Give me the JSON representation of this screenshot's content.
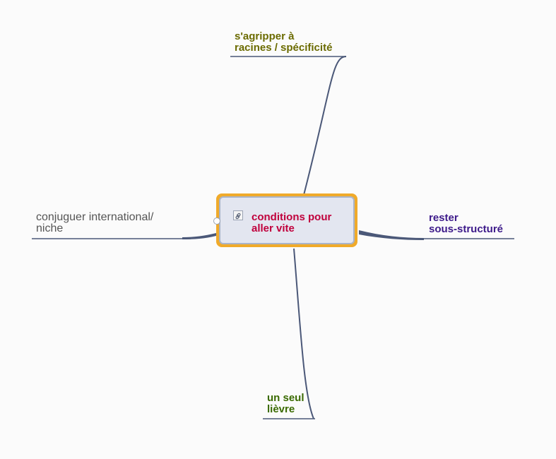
{
  "central": {
    "label_lines": [
      "conditions pour",
      "aller vite"
    ],
    "color": "#c0003c"
  },
  "branches": [
    {
      "id": "top",
      "lines": [
        "s'agripper à",
        "racines / spécificité"
      ],
      "color": "#6b6b00",
      "bold": true
    },
    {
      "id": "left",
      "lines": [
        "conjuguer international/",
        "niche"
      ],
      "color": "#555555",
      "bold": false
    },
    {
      "id": "right",
      "lines": [
        "rester",
        "sous-structuré"
      ],
      "color": "#3d1a8a",
      "bold": true
    },
    {
      "id": "bottom",
      "lines": [
        "un seul",
        "lièvre"
      ],
      "color": "#3a6a00",
      "bold": true
    }
  ],
  "colors": {
    "link_stroke": "#4b5878",
    "node_border": "#f0aa2a",
    "node_fill": "#e3e6f0"
  }
}
